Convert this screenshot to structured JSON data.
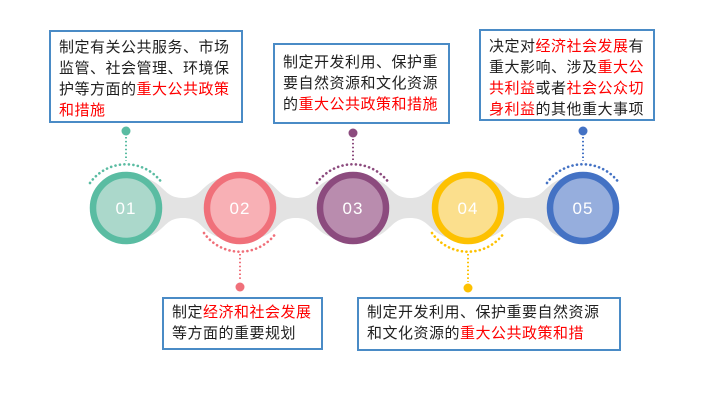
{
  "colors": {
    "background": "#ffffff",
    "box_fill": "#ffffff",
    "box_border": "#4a8bc6",
    "text": "#1f1f1f",
    "highlight": "#ff0000",
    "connector": "#e3e3e3",
    "number_text": "#ffffff"
  },
  "steps": [
    {
      "number": "01",
      "ring_color": "#5abca2",
      "fill_color": "#abd8cb",
      "callout": {
        "position": "top",
        "segments": [
          {
            "text": "制定有关公共服务、市场监管、社会管理、环境保护等方面的",
            "highlight": false
          },
          {
            "text": "重大公共政策和措施",
            "highlight": true
          }
        ]
      }
    },
    {
      "number": "02",
      "ring_color": "#f0707a",
      "fill_color": "#f8b0b5",
      "callout": {
        "position": "bottom",
        "segments": [
          {
            "text": "制定",
            "highlight": false
          },
          {
            "text": "经济和社会发展",
            "highlight": true
          },
          {
            "text": "等方面的重要规划",
            "highlight": false
          }
        ]
      }
    },
    {
      "number": "03",
      "ring_color": "#8c4b7e",
      "fill_color": "#b98cae",
      "callout": {
        "position": "top",
        "segments": [
          {
            "text": "制定开发利用、保护重要自然资源和文化资源的",
            "highlight": false
          },
          {
            "text": "重大公共政策和措施",
            "highlight": true
          }
        ]
      }
    },
    {
      "number": "04",
      "ring_color": "#fdc101",
      "fill_color": "#fbdf8d",
      "callout": {
        "position": "bottom",
        "segments": [
          {
            "text": "制定开发利用、保护重要自然资源和文化资源的",
            "highlight": false
          },
          {
            "text": "重大公共政策和措",
            "highlight": true
          }
        ]
      }
    },
    {
      "number": "05",
      "ring_color": "#4472c4",
      "fill_color": "#96aedd",
      "callout": {
        "position": "top",
        "segments": [
          {
            "text": "决定对",
            "highlight": false
          },
          {
            "text": "经济社会发展",
            "highlight": true
          },
          {
            "text": "有重大影响、涉及",
            "highlight": false
          },
          {
            "text": "重大公共利益",
            "highlight": true
          },
          {
            "text": "或者",
            "highlight": false
          },
          {
            "text": "社会公众切身利益",
            "highlight": true
          },
          {
            "text": "的其他重大事项",
            "highlight": false
          }
        ]
      }
    }
  ]
}
